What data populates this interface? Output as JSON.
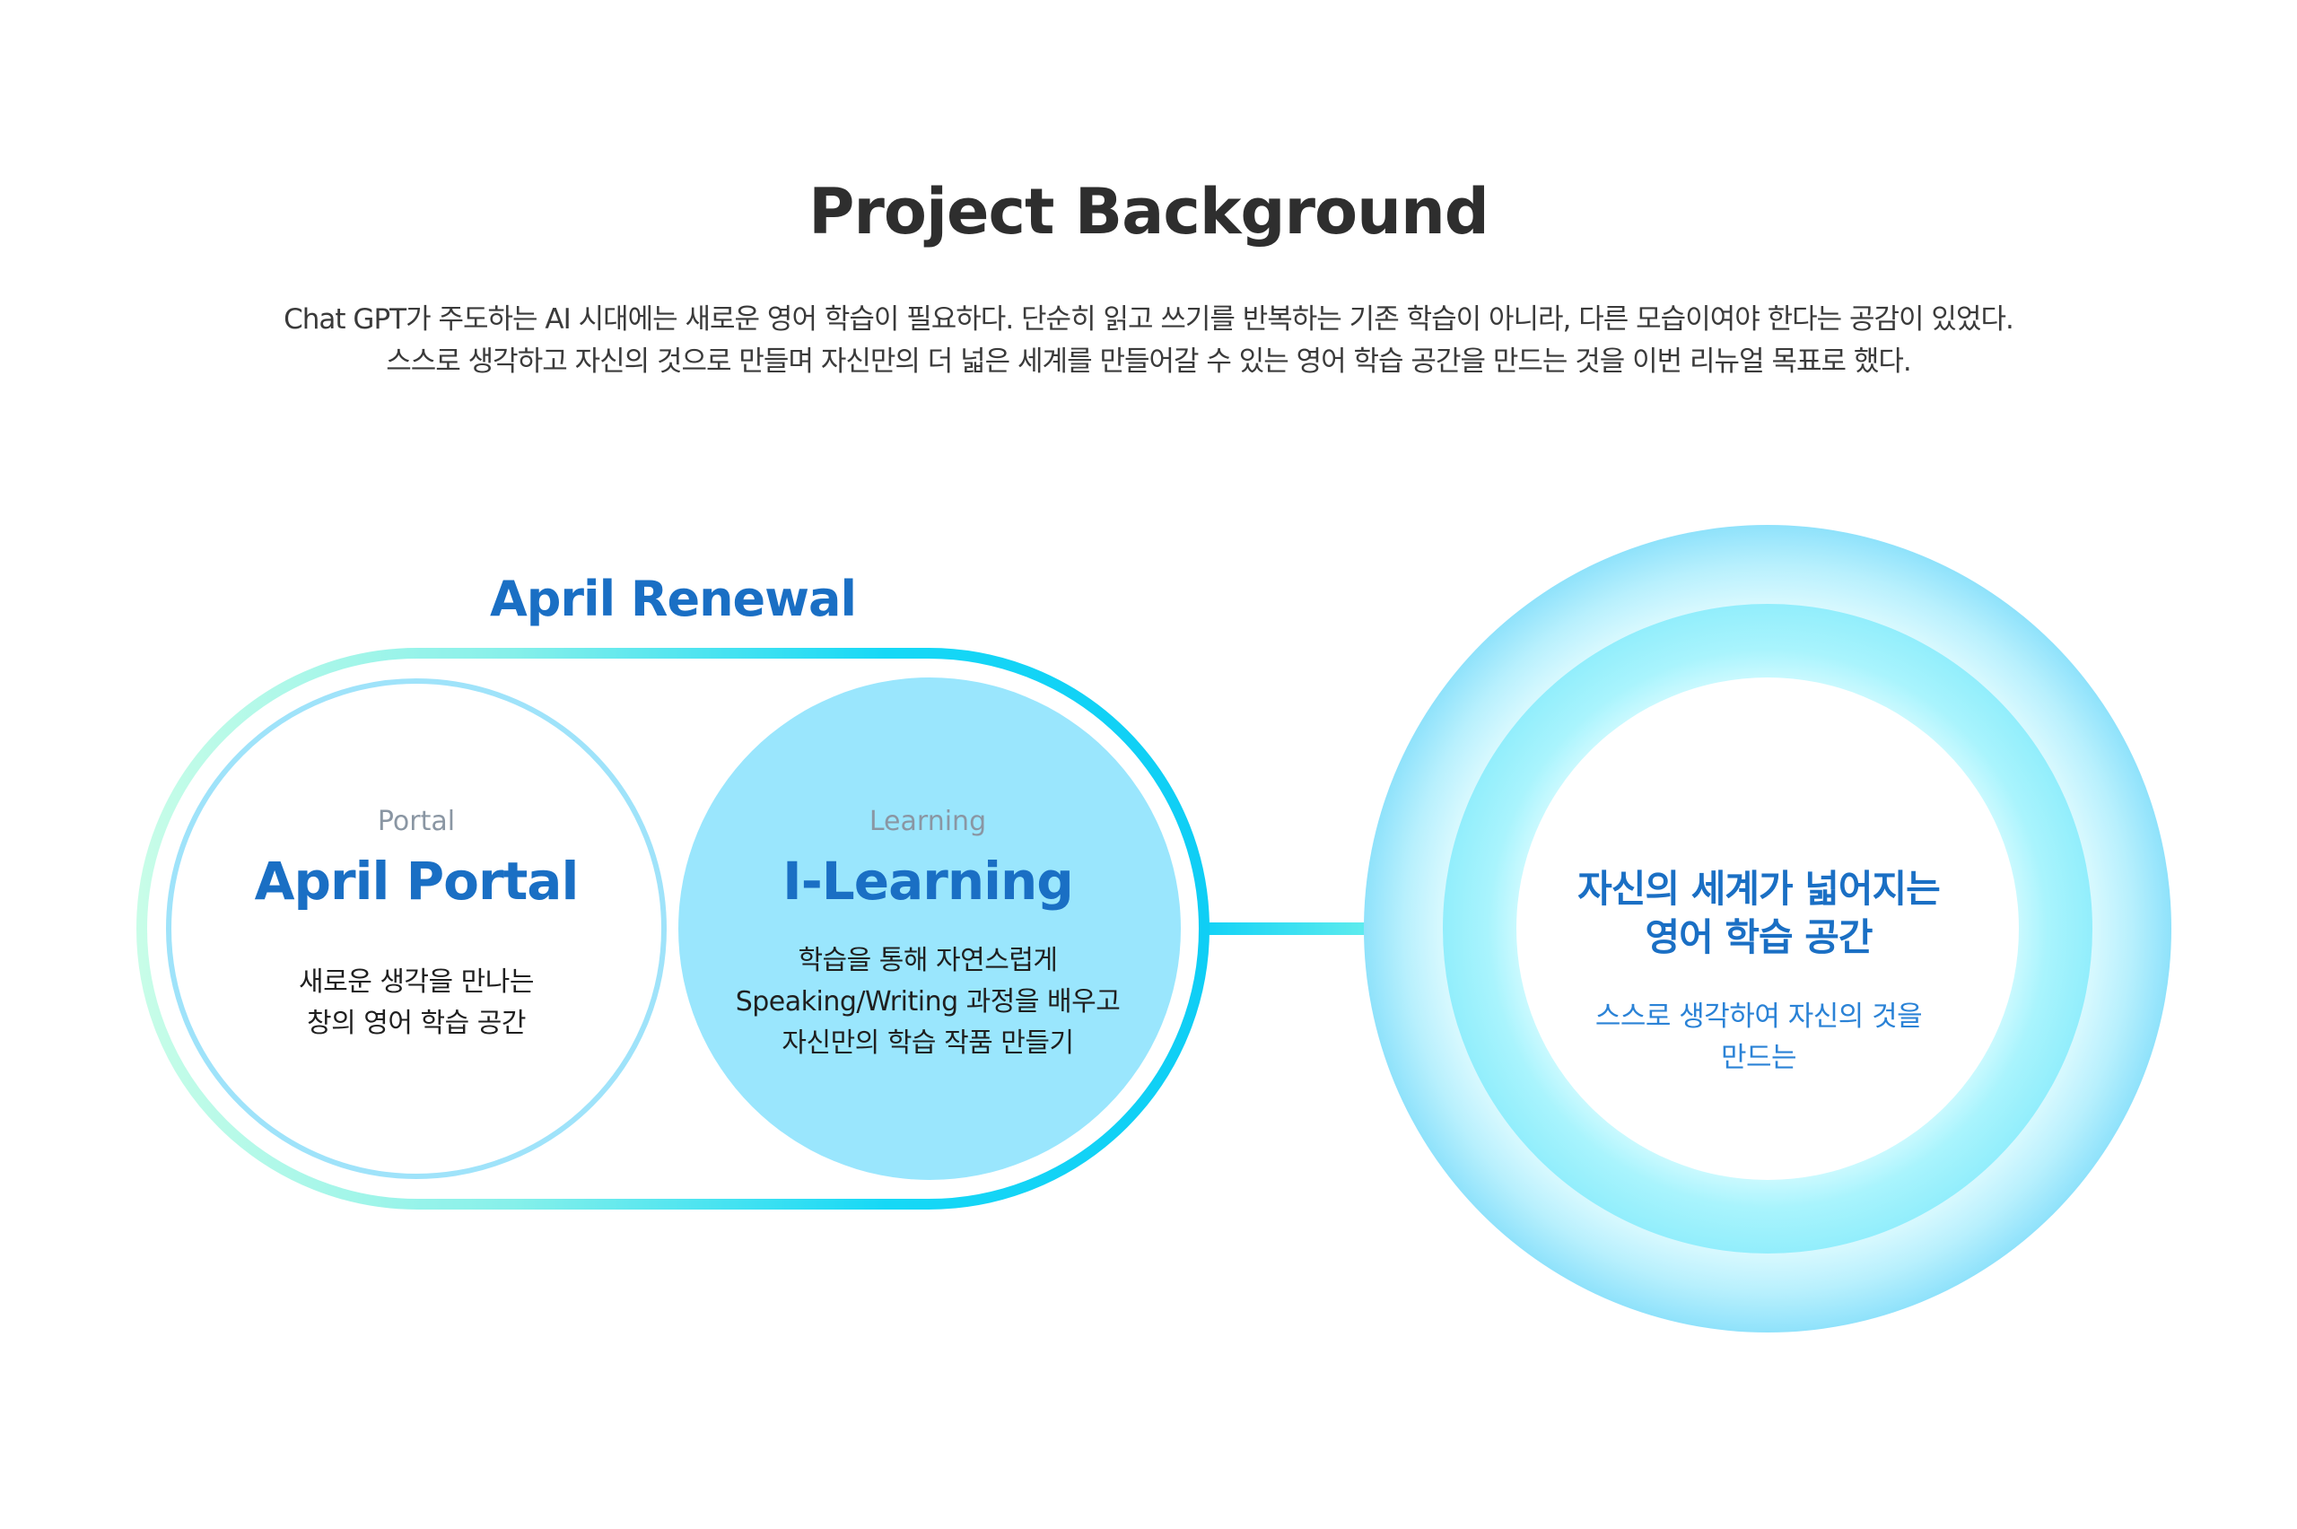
{
  "header": {
    "title": "Project Background",
    "description_line1": "Chat GPT가 주도하는 AI 시대에는 새로운 영어 학습이 필요하다. 단순히 읽고 쓰기를 반복하는 기존 학습이 아니라, 다른 모습이여야 한다는 공감이 있었다.",
    "description_line2": "스스로 생각하고 자신의 것으로 만들며 자신만의 더 넓은 세계를 만들어갈 수 있는 영어 학습 공간을 만드는 것을 이번 리뉴얼 목표로 했다."
  },
  "renewal": {
    "label": "April Renewal",
    "portal": {
      "sub": "Portal",
      "title": "April Portal",
      "body_line1": "새로운 생각을 만나는",
      "body_line2": "창의 영어 학습 공간"
    },
    "learning": {
      "sub": "Learning",
      "title": "I-Learning",
      "body_line1": "학습을 통해 자연스럽게",
      "body_line2": "Speaking/Writing 과정을 배우고",
      "body_line3": "자신만의 학습 작품 만들기"
    }
  },
  "goal": {
    "title_line1": "자신의 세계가 넓어지는",
    "title_line2": "영어 학습 공간",
    "body_line1": "스스로 생각하여 자신의 것을",
    "body_line2": "만드는"
  },
  "colors": {
    "title": "#2e2e2e",
    "accent_blue": "#1a6fc4",
    "light_blue_fill": "#9ae6fd",
    "cyan": "#12d3f7",
    "mint": "#c6fde8",
    "portal_ring": "#9fe3fa"
  }
}
